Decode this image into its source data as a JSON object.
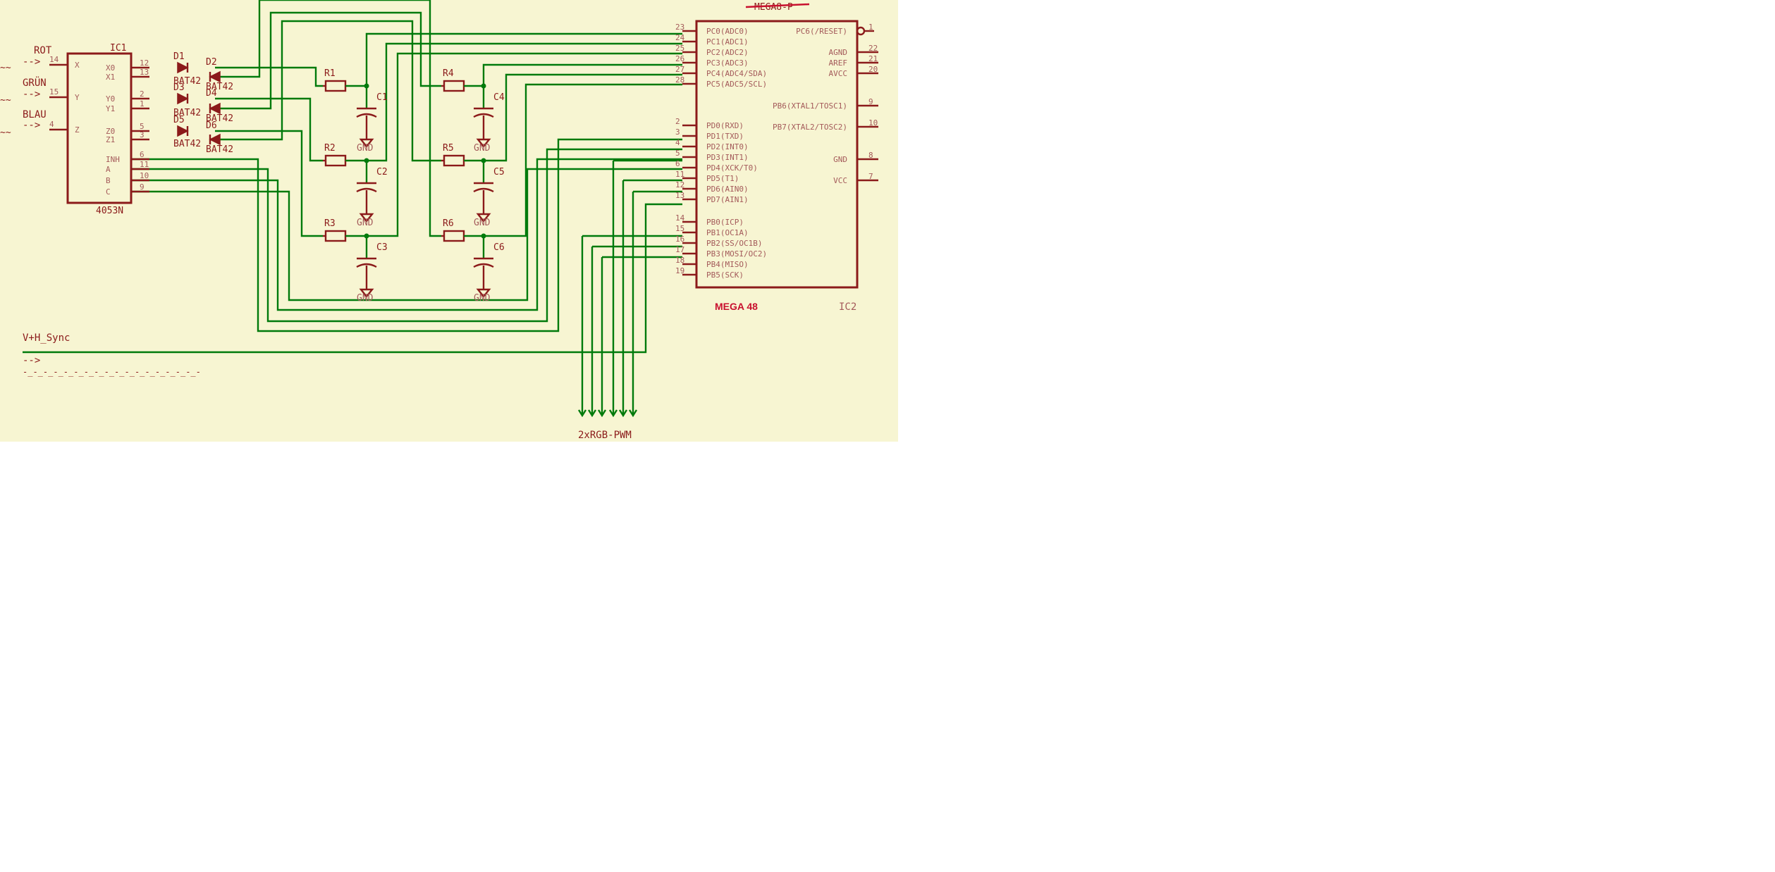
{
  "inputs": {
    "rot": "ROT",
    "gruen": "GRÜN",
    "blau": "BLAU",
    "arrow": "-->",
    "tilde": "~~"
  },
  "ic1": {
    "ref": "IC1",
    "part": "4053N",
    "left_pins": [
      {
        "num": "14",
        "name": "X"
      },
      {
        "num": "15",
        "name": "Y"
      },
      {
        "num": "4",
        "name": "Z"
      }
    ],
    "right_pins": [
      {
        "num": "12",
        "name": "X0"
      },
      {
        "num": "13",
        "name": "X1"
      },
      {
        "num": "2",
        "name": "Y0"
      },
      {
        "num": "1",
        "name": "Y1"
      },
      {
        "num": "5",
        "name": "Z0"
      },
      {
        "num": "3",
        "name": "Z1"
      },
      {
        "num": "6",
        "name": "INH"
      },
      {
        "num": "11",
        "name": "A"
      },
      {
        "num": "10",
        "name": "B"
      },
      {
        "num": "9",
        "name": "C"
      }
    ]
  },
  "diodes": {
    "refs": [
      "D1",
      "D2",
      "D3",
      "D4",
      "D5",
      "D6"
    ],
    "type": "BAT42"
  },
  "resistors": [
    "R1",
    "R2",
    "R3",
    "R4",
    "R5",
    "R6"
  ],
  "capacitors": [
    "C1",
    "C2",
    "C3",
    "C4",
    "C5",
    "C6"
  ],
  "gnd": "GND",
  "ic2": {
    "ref": "IC2",
    "struck_label": "MEGA8-P",
    "label": "MEGA 48",
    "left_pins": [
      {
        "num": "23",
        "name": "PC0(ADC0)"
      },
      {
        "num": "24",
        "name": "PC1(ADC1)"
      },
      {
        "num": "25",
        "name": "PC2(ADC2)"
      },
      {
        "num": "26",
        "name": "PC3(ADC3)"
      },
      {
        "num": "27",
        "name": "PC4(ADC4/SDA)"
      },
      {
        "num": "28",
        "name": "PC5(ADC5/SCL)"
      },
      {
        "num": "2",
        "name": "PD0(RXD)"
      },
      {
        "num": "3",
        "name": "PD1(TXD)"
      },
      {
        "num": "4",
        "name": "PD2(INT0)"
      },
      {
        "num": "5",
        "name": "PD3(INT1)"
      },
      {
        "num": "6",
        "name": "PD4(XCK/T0)"
      },
      {
        "num": "11",
        "name": "PD5(T1)"
      },
      {
        "num": "12",
        "name": "PD6(AIN0)"
      },
      {
        "num": "13",
        "name": "PD7(AIN1)"
      },
      {
        "num": "14",
        "name": "PB0(ICP)"
      },
      {
        "num": "15",
        "name": "PB1(OC1A)"
      },
      {
        "num": "16",
        "name": "PB2(SS/OC1B)"
      },
      {
        "num": "17",
        "name": "PB3(MOSI/OC2)"
      },
      {
        "num": "18",
        "name": "PB4(MISO)"
      },
      {
        "num": "19",
        "name": "PB5(SCK)"
      }
    ],
    "right_pins": [
      {
        "num": "1",
        "name": "PC6(/RESET)"
      },
      {
        "num": "22",
        "name": "AGND"
      },
      {
        "num": "21",
        "name": "AREF"
      },
      {
        "num": "20",
        "name": "AVCC"
      },
      {
        "num": "9",
        "name": "PB6(XTAL1/TOSC1)"
      },
      {
        "num": "10",
        "name": "PB7(XTAL2/TOSC2)"
      },
      {
        "num": "8",
        "name": "GND"
      },
      {
        "num": "7",
        "name": "VCC"
      }
    ]
  },
  "sync": {
    "label": "V+H_Sync",
    "arrow": "-->",
    "pattern": "-_-_-_-_-_-_-_-_-_-_-_-_-_-_-_-_-_-"
  },
  "pwm": {
    "label": "2xRGB-PWM"
  },
  "colors": {
    "sheet": "#f7f5d2",
    "wire": "#007a0b",
    "part": "#8b1a1a",
    "highlight": "#c8102e"
  }
}
